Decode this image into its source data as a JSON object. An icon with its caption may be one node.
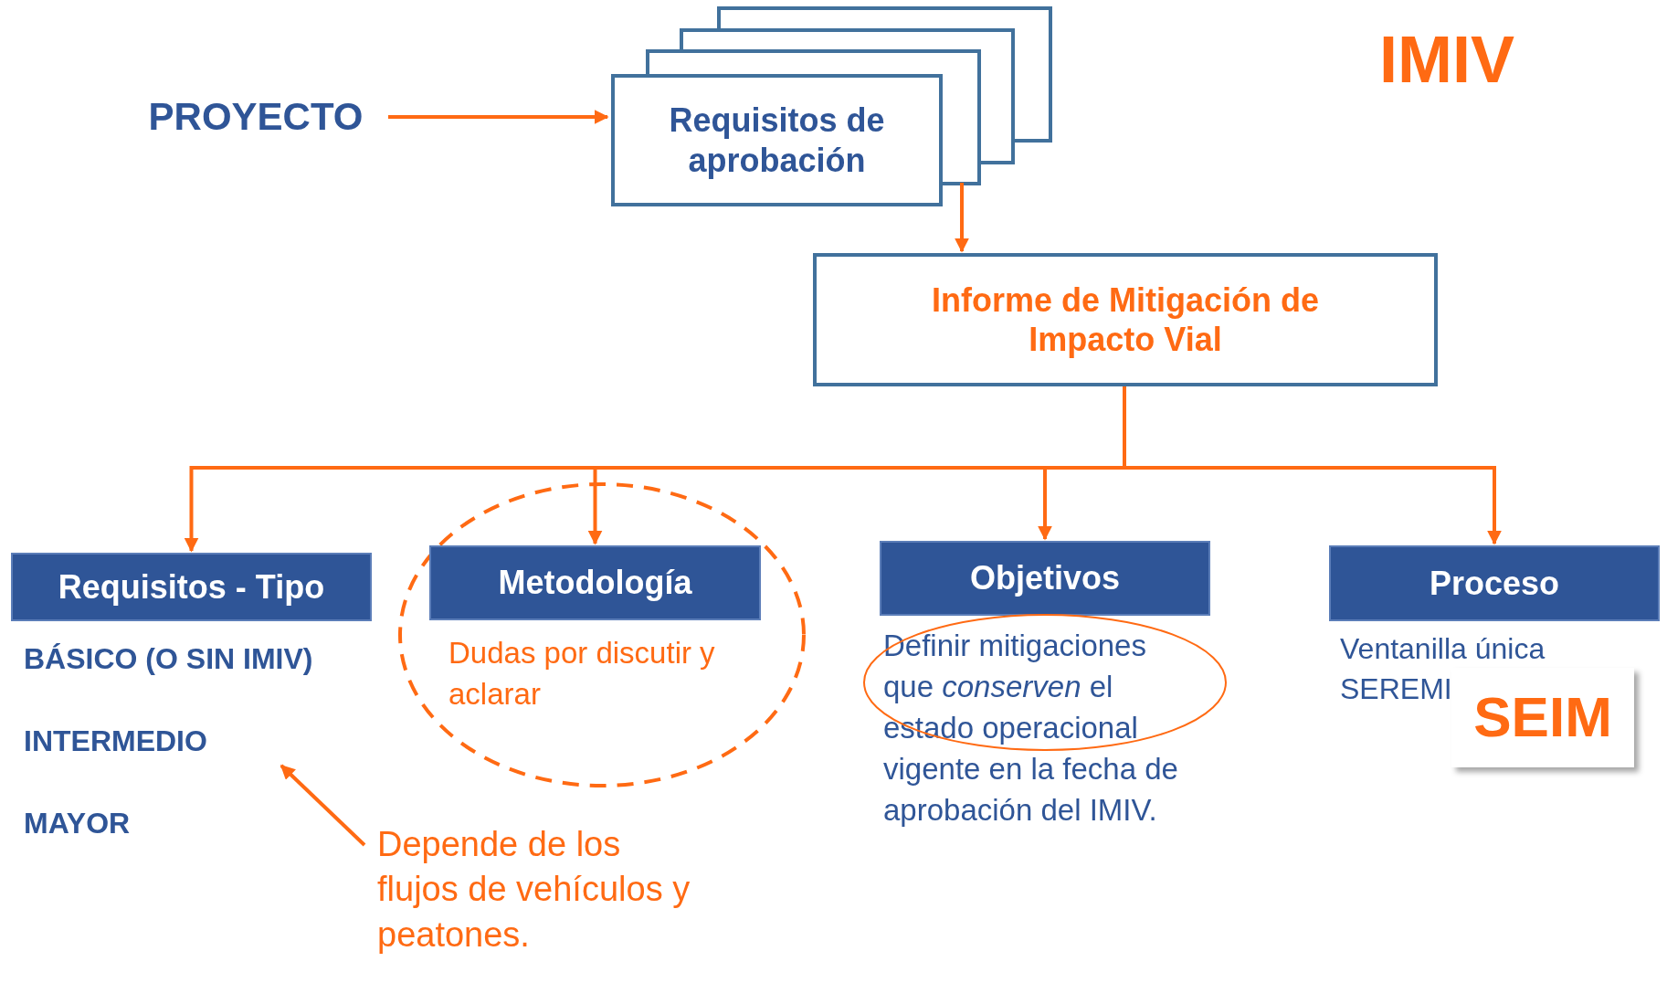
{
  "diagram": {
    "title": "IMIV",
    "nodes": [
      {
        "text": [
          "PROYECTO"
        ]
      },
      {
        "text": [
          "Requisitos de aprobación"
        ]
      },
      {
        "text": [
          "Informe de Mitigación de Impacto Vial"
        ]
      },
      {
        "text": [
          "Requisitos - Tipo"
        ],
        "beside": [
          "BÁSICO (O SIN IMIV)",
          "INTERMEDIO",
          "MAYOR"
        ]
      },
      {
        "text": [
          "Metodología"
        ],
        "beside": [
          "Dudas por discutir y aclarar"
        ]
      },
      {
        "text": [
          "Objetivos"
        ],
        "beside": [
          "Definir mitigaciones que *conserven* el estado operacional vigente en la fecha de aprobación del IMIV."
        ]
      },
      {
        "text": [
          "Proceso"
        ],
        "beside": [
          "Ventanilla única SEREMI"
        ]
      },
      {
        "text": [
          "SEIM"
        ]
      },
      {
        "text": [
          "Depende de los flujos de vehículos y peatones."
        ]
      }
    ],
    "edges": [
      {
        "from": 0,
        "to": 1,
        "arrow": "to"
      },
      {
        "from": 1,
        "to": 2,
        "arrow": "to"
      },
      {
        "from": 2,
        "to": 3,
        "arrow": "to"
      },
      {
        "from": 2,
        "to": 4,
        "arrow": "to"
      },
      {
        "from": 2,
        "to": 5,
        "arrow": "to"
      },
      {
        "from": 2,
        "to": 6,
        "arrow": "to"
      },
      {
        "from": 8,
        "to": 3,
        "arrow": "to"
      }
    ]
  }
}
